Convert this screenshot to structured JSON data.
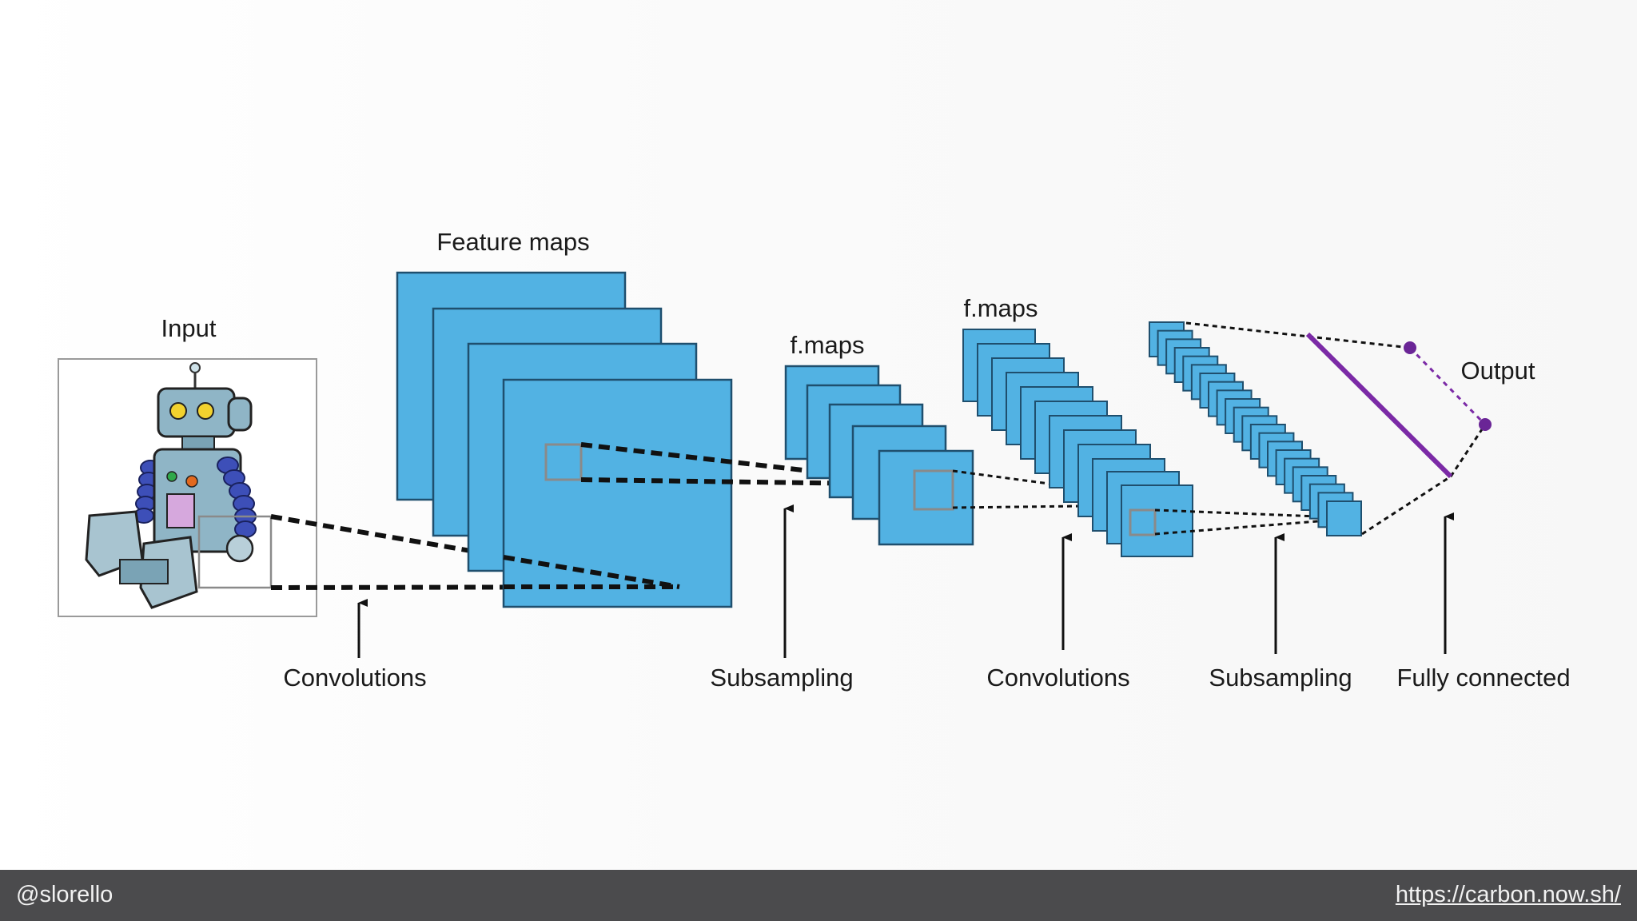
{
  "diagram": {
    "labels": {
      "input": "Input",
      "feature_maps": "Feature maps",
      "fmaps_1": "f.maps",
      "fmaps_2": "f.maps",
      "output": "Output"
    },
    "stages": [
      "Convolutions",
      "Subsampling",
      "Convolutions",
      "Subsampling",
      "Fully connected"
    ],
    "colors": {
      "map_fill": "#52b2e3",
      "map_stroke": "#1f4f6e",
      "window_stroke": "#8a8a8a",
      "output_line": "#7b2aa6",
      "output_node": "#6a2596",
      "text": "#1a1a1a"
    }
  },
  "footer": {
    "handle": "@slorello",
    "link": "https://carbon.now.sh/",
    "background": "#4b4b4d"
  }
}
